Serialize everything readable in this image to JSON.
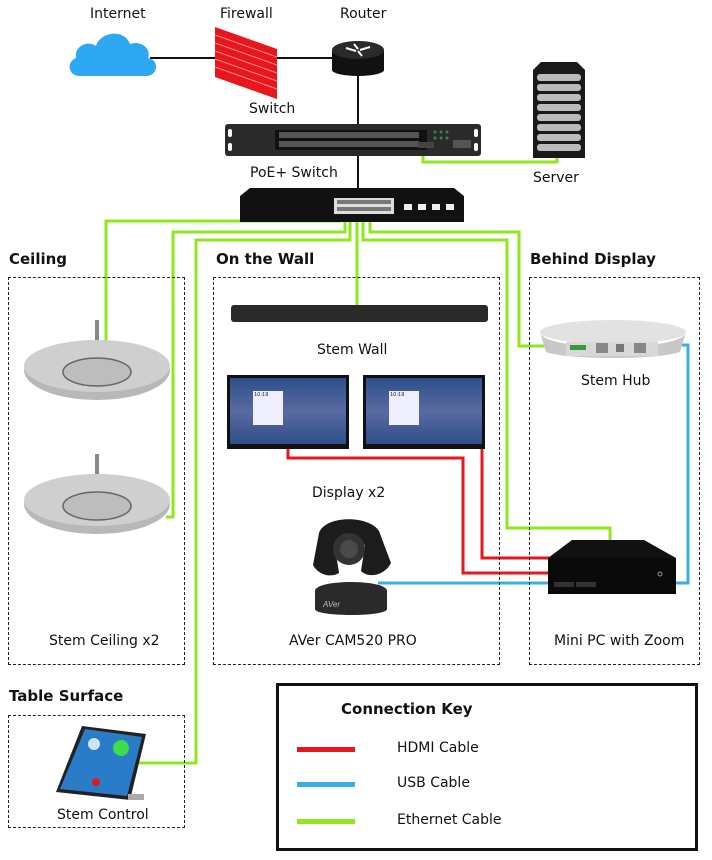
{
  "network": {
    "internet": "Internet",
    "firewall": "Firewall",
    "router": "Router",
    "switch": "Switch",
    "poe_switch": "PoE+ Switch",
    "server": "Server"
  },
  "zones": {
    "ceiling": {
      "title": "Ceiling",
      "device_label": "Stem Ceiling x2"
    },
    "wall": {
      "title": "On the Wall",
      "soundbar_label": "Stem Wall",
      "display_label": "Display x2",
      "camera_label": "AVer CAM520 PRO"
    },
    "behind": {
      "title": "Behind Display",
      "hub_label": "Stem Hub",
      "pc_label": "Mini PC with Zoom"
    },
    "table": {
      "title": "Table Surface",
      "device_label": "Stem Control"
    }
  },
  "display_screen": {
    "clock": "10:19"
  },
  "camera_brand": "AVer",
  "key": {
    "title": "Connection Key",
    "items": [
      {
        "label": "HDMI Cable",
        "color": "#e8161d"
      },
      {
        "label": "USB Cable",
        "color": "#3aaee8"
      },
      {
        "label": "Ethernet Cable",
        "color": "#8fe81e"
      }
    ]
  },
  "colors": {
    "hdmi": "#e8161d",
    "usb": "#3aaee8",
    "ethernet": "#8fe81e",
    "cloud": "#2ea8f2",
    "firewall": "#e8161d"
  }
}
